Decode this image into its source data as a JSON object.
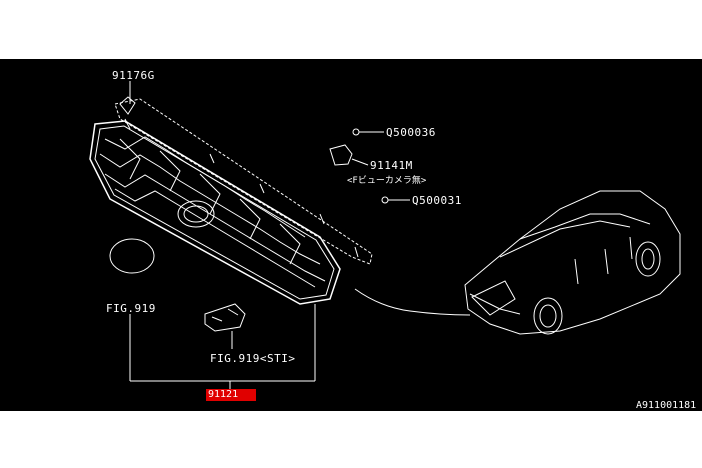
{
  "diagram": {
    "callouts": {
      "part_91176G": "91176G",
      "part_Q500036": "Q500036",
      "part_91141M": "91141M",
      "part_91141M_note": "<Fビューカメラ無>",
      "part_Q500031": "Q500031",
      "fig_919": "FIG.919",
      "fig_919_sti": "FIG.919<STI>",
      "part_91121": "91121"
    },
    "footer_code": "A911001181"
  },
  "colors": {
    "background": "#000000",
    "line": "#ffffff",
    "highlight": "#e00000"
  }
}
